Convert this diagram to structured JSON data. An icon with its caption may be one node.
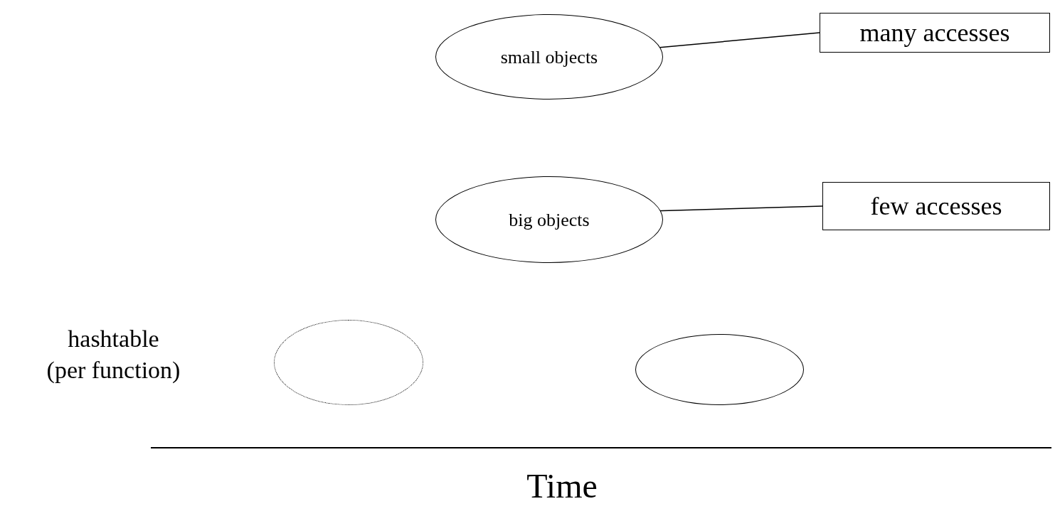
{
  "diagram": {
    "nodes": [
      {
        "text": [
          "small objects"
        ]
      },
      {
        "text": [
          "many accesses"
        ]
      },
      {
        "text": [
          "big objects"
        ]
      },
      {
        "text": [
          "few accesses"
        ]
      },
      {
        "text": [],
        "shape": "ellipse"
      },
      {
        "text": [],
        "shape": "ellipse"
      }
    ],
    "edges": [
      {
        "from": 0,
        "to": 1,
        "arrow": "none"
      },
      {
        "from": 2,
        "to": 3,
        "arrow": "none"
      }
    ],
    "labels": [
      "hashtable (per function)",
      "Time"
    ]
  }
}
